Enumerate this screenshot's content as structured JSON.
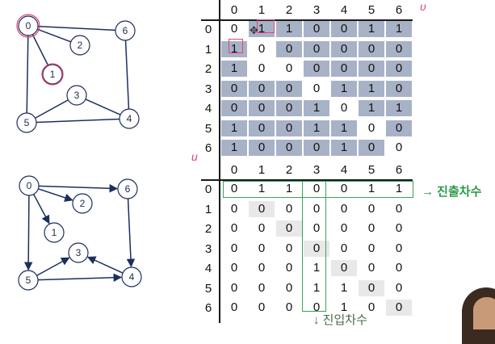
{
  "graph_undirected": {
    "vertices": [
      "0",
      "1",
      "2",
      "3",
      "4",
      "5",
      "6"
    ],
    "edges": [
      [
        "0",
        "1"
      ],
      [
        "0",
        "2"
      ],
      [
        "0",
        "5"
      ],
      [
        "0",
        "6"
      ],
      [
        "3",
        "4"
      ],
      [
        "3",
        "5"
      ],
      [
        "4",
        "5"
      ],
      [
        "4",
        "6"
      ]
    ]
  },
  "graph_directed": {
    "vertices": [
      "0",
      "1",
      "2",
      "3",
      "4",
      "5",
      "6"
    ],
    "edges": [
      [
        "0",
        "1"
      ],
      [
        "0",
        "2"
      ],
      [
        "0",
        "5"
      ],
      [
        "0",
        "6"
      ],
      [
        "4",
        "3"
      ],
      [
        "5",
        "3"
      ],
      [
        "5",
        "4"
      ],
      [
        "6",
        "4"
      ]
    ]
  },
  "matrix_undirected": {
    "col_headers": [
      "0",
      "1",
      "2",
      "3",
      "4",
      "5",
      "6"
    ],
    "row_headers": [
      "0",
      "1",
      "2",
      "3",
      "4",
      "5",
      "6"
    ],
    "rows": [
      [
        "0",
        "1",
        "1",
        "0",
        "0",
        "1",
        "1"
      ],
      [
        "1",
        "0",
        "0",
        "0",
        "0",
        "0",
        "0"
      ],
      [
        "1",
        "0",
        "0",
        "0",
        "0",
        "0",
        "0"
      ],
      [
        "0",
        "0",
        "0",
        "0",
        "1",
        "1",
        "0"
      ],
      [
        "0",
        "0",
        "0",
        "1",
        "0",
        "1",
        "1"
      ],
      [
        "1",
        "0",
        "0",
        "1",
        "1",
        "0",
        "0"
      ],
      [
        "1",
        "0",
        "0",
        "0",
        "1",
        "0",
        "0"
      ]
    ]
  },
  "matrix_directed": {
    "col_headers": [
      "0",
      "1",
      "2",
      "3",
      "4",
      "5",
      "6"
    ],
    "row_headers": [
      "0",
      "1",
      "2",
      "3",
      "4",
      "5",
      "6"
    ],
    "rows": [
      [
        "0",
        "1",
        "1",
        "0",
        "0",
        "1",
        "1"
      ],
      [
        "0",
        "0",
        "0",
        "0",
        "0",
        "0",
        "0"
      ],
      [
        "0",
        "0",
        "0",
        "0",
        "0",
        "0",
        "0"
      ],
      [
        "0",
        "0",
        "0",
        "0",
        "0",
        "0",
        "0"
      ],
      [
        "0",
        "0",
        "0",
        "1",
        "0",
        "0",
        "0"
      ],
      [
        "0",
        "0",
        "0",
        "1",
        "1",
        "0",
        "0"
      ],
      [
        "0",
        "0",
        "0",
        "0",
        "1",
        "0",
        "0"
      ]
    ]
  },
  "annotations": {
    "out_degree": "→ 진출차수",
    "in_degree": "↓ 진입차수",
    "pen_marks": [
      "υ",
      "u"
    ]
  },
  "colors": {
    "cell_shaded": "#a8b2c6",
    "cell_light": "#e8e8e8",
    "highlight": "#3aa35a",
    "edge": "#1d2f5e",
    "pen": "#e0457a"
  }
}
